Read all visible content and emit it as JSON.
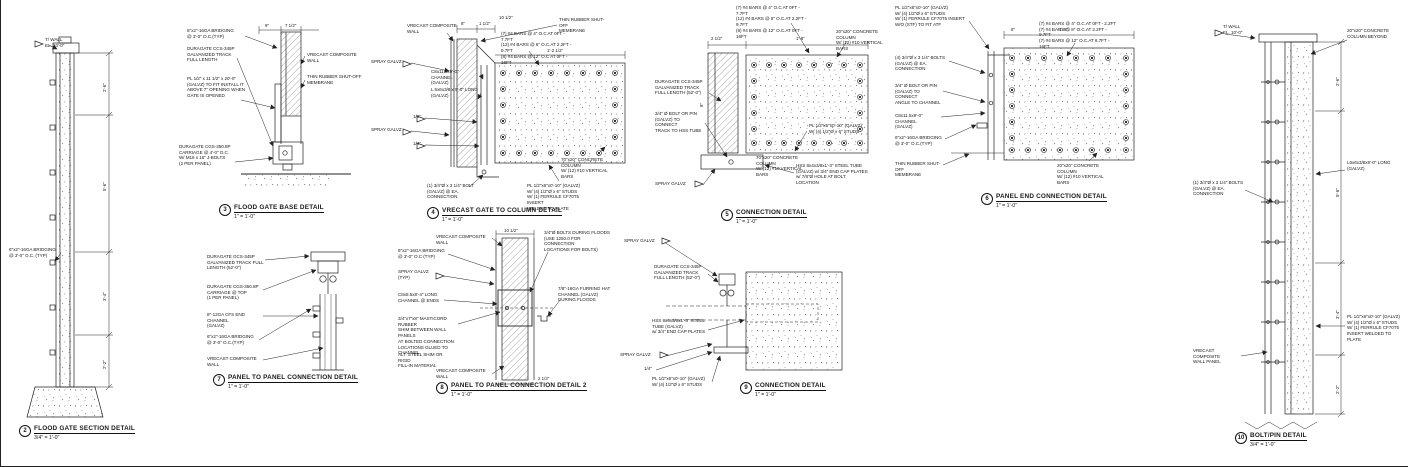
{
  "sheet": {
    "background": "#ffffff",
    "ink": "#1a1a1a"
  },
  "details": [
    {
      "number": "2",
      "title": "FLOOD GATE SECTION DETAIL",
      "scale": "3/4\" = 1'-0\"",
      "annotations": [
        {
          "text": "T/ WALL\nEL. 10'-0\""
        },
        {
          "text": "6\"x2\"-16GA BRIDGING\n@ 3'-0\" O.C. (TYP)"
        },
        {
          "text": "2'-6\""
        },
        {
          "text": "5'-6\""
        },
        {
          "text": "3'-4\""
        },
        {
          "text": "2'-2\""
        }
      ]
    },
    {
      "number": "3",
      "title": "FLOOD GATE BASE DETAIL",
      "scale": "1\" = 1'-0\"",
      "annotations": [
        {
          "text": "6\"x2\"-16GA BRIDGING\n@ 3'-0\" O.C.(TYP)"
        },
        {
          "text": "DURAGATE CCS-345P\nGALVANIZED TRACK\nFULL LENGTH"
        },
        {
          "text": "VRECAST COMPOSITE WALL"
        },
        {
          "text": "THIN RUBBER SHUT-OFF\nMEMBRANE"
        },
        {
          "text": "PL 1/2\" x 11 1/2\" x 20'-0\"\n(GALVZ) TO FIT INSTALL IT\nABOVE 7\" OPENING WHEN\nGATE IS OPENED"
        },
        {
          "text": "DURAGATE CGS-350.8P\nCARRIAGE @ 4'-0\" O.C.\nW/ M16 x 16\" J-BOLTS\n(2 PER PANEL)"
        },
        {
          "text": "9\""
        },
        {
          "text": "7 1/2\""
        }
      ]
    },
    {
      "number": "4",
      "title": "VRECAST GATE TO COLUMN DETAIL",
      "scale": "1\" = 1'-0\"",
      "annotations": [
        {
          "text": "VRECAST COMPOSITE WALL"
        },
        {
          "text": "THIN RUBBER SHUT-OFF\nMEMBRANE"
        },
        {
          "text": "(7) #4 BARS @ 4\" O.C AT 0FT - 7.7FT\n(12) #4 BARS @ 6\" O.C.AT 2.2FT - 9.7FT\n(8) #4 BARS @ 12\" O.C AT 0FT - 16FT"
        },
        {
          "text": "SPRAY GALVZ"
        },
        {
          "text": "C8x11.5x9'-0\" CHANNEL\n(GALVZ)"
        },
        {
          "text": "L 6x6x3/8 x 9'-0\" LONG\n(GALVZ)"
        },
        {
          "text": "SPRAY GALVZ"
        },
        {
          "text": "1/8\""
        },
        {
          "text": "1/4\""
        },
        {
          "text": "(1) 3/4\"Ø x 3 1/4\" BOLT\n(GALVZ) @ EA. CONNECTION"
        },
        {
          "text": "PL 1/2\"x6\"x0'-10\" (GALVZ)\nW/ (4) 1/2\"Ø x 6\" STUDS\nW/ (1) FERRULE CF70T5 INSERT\nWELDED TO PLATE"
        },
        {
          "text": "70\"x20\" CONCRETE COLUMN\nW/ (12) #10 VERTICAL BARS"
        },
        {
          "text": "8\""
        },
        {
          "text": "1 1/2\""
        },
        {
          "text": "1'-2 1/2\""
        },
        {
          "text": "10 1/2\""
        }
      ]
    },
    {
      "number": "5",
      "title": "CONNECTION DETAIL",
      "scale": "1\" = 1'-0\"",
      "annotations": [
        {
          "text": "(7) #4 BARS @ 4\" O.C AT 0FT - 7.7FT\n(12) #4 BARS @ 6\" O.C.AT 2.2FT - 9.7FT\n(8) #4 BARS @ 12\" O.C.AT 0FT - 16FT"
        },
        {
          "text": "20\"x20\" CONCRETE COLUMN\nW/ (12) #10 VERTICAL BARS"
        },
        {
          "text": "DURAGATE CCS-345P\nGALVANIZED TRACK\nFULL LENGTH (52'-0\")"
        },
        {
          "text": "3/4\" Ø BOLT OR PIN\n(GALVZ) TO CONNECT\nTRACK TO HSS TUBE"
        },
        {
          "text": "SPRAY GALVZ"
        },
        {
          "text": "PL 1/2\"x6\"x0'-10\" (GALVZ)\nW/ (4) 1/2\"Ø x 6\" STUDS"
        },
        {
          "text": "HSS 8x4x3/8x1'-3\" STEEL TUBE\n(GALVZ) w/ 3/4\" END CAP PLATES\nw/ 7/8\"Ø HOLE AT BOLT\nLOCATION"
        },
        {
          "text": "70\"x20\" CONCRETE COLUMN\nW/ (12) #10 VERTICAL BARS"
        },
        {
          "text": "2 1/2\""
        },
        {
          "text": "1'-8\""
        },
        {
          "text": "8\""
        }
      ]
    },
    {
      "number": "6",
      "title": "PANEL END CONNECTION DETAIL",
      "scale": "1\" = 1'-0\"",
      "annotations": [
        {
          "text": "PL 1/2\"x6\"x0'-10\" (GALVZ)\nW/ (4) 1/2\"Ø x 6\" STUDS\nW/ (1) FERRULE CF70T5 INSERT\nW/O (STF) TO FIT ATF"
        },
        {
          "text": "(7) #4 BARS @ 4\" O.C.AT 0FT - 2.2FT\n(7) #4 BARS @ 8\" O.C.AT 2.2FT - 9.7FT\n(7) #4 BARS @ 12\" O.C.AT 6.7FT - 16FT"
        },
        {
          "text": "(4) 3/4\"Ø x 3 1/4\" BOLTS\n(GALVZ) @ EA. CONNECTION"
        },
        {
          "text": "3/4\" Ø BOLT OR PIN\n(GALVZ) TO CONNECT\nANGLE TO CHANNEL"
        },
        {
          "text": "C8x11.5x9'-0\" CHANNEL\n(GALVZ)"
        },
        {
          "text": "6\"x2\"-16GA BRIDGING\n@ 3'-0\" O.C.(TYP)"
        },
        {
          "text": "THIN RUBBER SHUT-OFF\nMEMBRANE"
        },
        {
          "text": "20\"x20\" CONCRETE COLUMN\nW/ (12) #10 VERTICAL BARS"
        },
        {
          "text": "1'-8\""
        },
        {
          "text": "8\""
        }
      ]
    },
    {
      "number": "7",
      "title": "PANEL TO PANEL CONNECTION DETAIL",
      "scale": "1\" = 1'-0\"",
      "annotations": [
        {
          "text": "DURAGATE GCS-345P\nGALVANIZED TRACK FULL\nLENGTH (52'-0\")"
        },
        {
          "text": "DURAGATE CGS-350.8P\nCARRIAGE @ TOP\n(1 PER PANEL)"
        },
        {
          "text": "8\"-12GA CFS END CHANNEL\n(GALVZ)"
        },
        {
          "text": "6\"x2\"-16GA BRIDGING\n@ 3'-0\" O.C.(TYP)"
        },
        {
          "text": "VRECAST COMPOSITE WALL"
        }
      ]
    },
    {
      "number": "8",
      "title": "PANEL TO PANEL CONNECTION DETAIL 2",
      "scale": "1\" = 1'-0\"",
      "annotations": [
        {
          "text": "VRECAST COMPOSITE WALL"
        },
        {
          "text": "6\"x2\"-16GA BRIDGING\n@ 3'-0\" O.C (TYP)"
        },
        {
          "text": "SPRAY GALVZ\n(TYP)"
        },
        {
          "text": "C8x8.5x8'-4\" LONG\nCHANNEL @ ENDS"
        },
        {
          "text": "3/4\"x7\"x8\" MASTICORD RUBBER\nSHIM BETWEEN WALL PANELS\nAT BOLTED CONNECTION\nLOCATIONS GLUED TO\nCHANNEL"
        },
        {
          "text": "ALT: STEEL SHIM OR RIGID\nFILL-IN MATERIAL"
        },
        {
          "text": "VRECAST COMPOSITE WALL"
        },
        {
          "text": "3/4\"Ø BOLTS DURING FLOODS\n(USE 1250.0 FOR CONNECTION\nLOCATIONS FOR BOLTS)"
        },
        {
          "text": "7/8\"-16GA FURRING HAT\nCHANNEL (GALVZ)\nDURING FLOODS"
        },
        {
          "text": "10 1/2\""
        },
        {
          "text": "2 1/2\""
        }
      ]
    },
    {
      "number": "9",
      "title": "CONNECTION DETAIL",
      "scale": "1\" = 1'-0\"",
      "annotations": [
        {
          "text": "SPRAY GALVZ"
        },
        {
          "text": "DURAGATE CCS-345P\nGALVANIZED TRACK\nFULL LENGTH (52'-0\")"
        },
        {
          "text": "HSS 8x4x3/8x1'-3\" STEEL\nTUBE (GALVZ)\nw/ 3/4\" END CAP PLATES"
        },
        {
          "text": "SPRAY GALVZ"
        },
        {
          "text": "1/4\""
        },
        {
          "text": "PL 1/2\"x6\"x0'-10\" (GALVZ)\nW/ (4) 1/2\"Ø x 6\" STUDS"
        }
      ]
    },
    {
      "number": "10",
      "title": "BOLT/PIN DETAIL",
      "scale": "3/4\" = 1'-0\"",
      "annotations": [
        {
          "text": "T/ WALL\nEL. 10'-0\""
        },
        {
          "text": "20\"x20\" CONCRETE\nCOLUMN BEYOND"
        },
        {
          "text": "L6x6x3/8x9'-0\" LONG\n(GALVZ)"
        },
        {
          "text": "(1) 3/4\"Ø x 3 1/4\" BOLTS\n(GALVZ) @ EA.\nCONNECTION"
        },
        {
          "text": "PL 1/2\"x6\"x0'-10\" (GALVZ)\nW/ (4) 1/2\"Ø x 6\" STUDS\nW/ (1) FERRULE CF70T5\nINSERT WELDED TO PLATE"
        },
        {
          "text": "VRECAST COMPOSITE\nWALL PANEL"
        },
        {
          "text": "2'-6\""
        },
        {
          "text": "5'-6\""
        },
        {
          "text": "3'-4\""
        },
        {
          "text": "2'-2\""
        }
      ]
    }
  ]
}
